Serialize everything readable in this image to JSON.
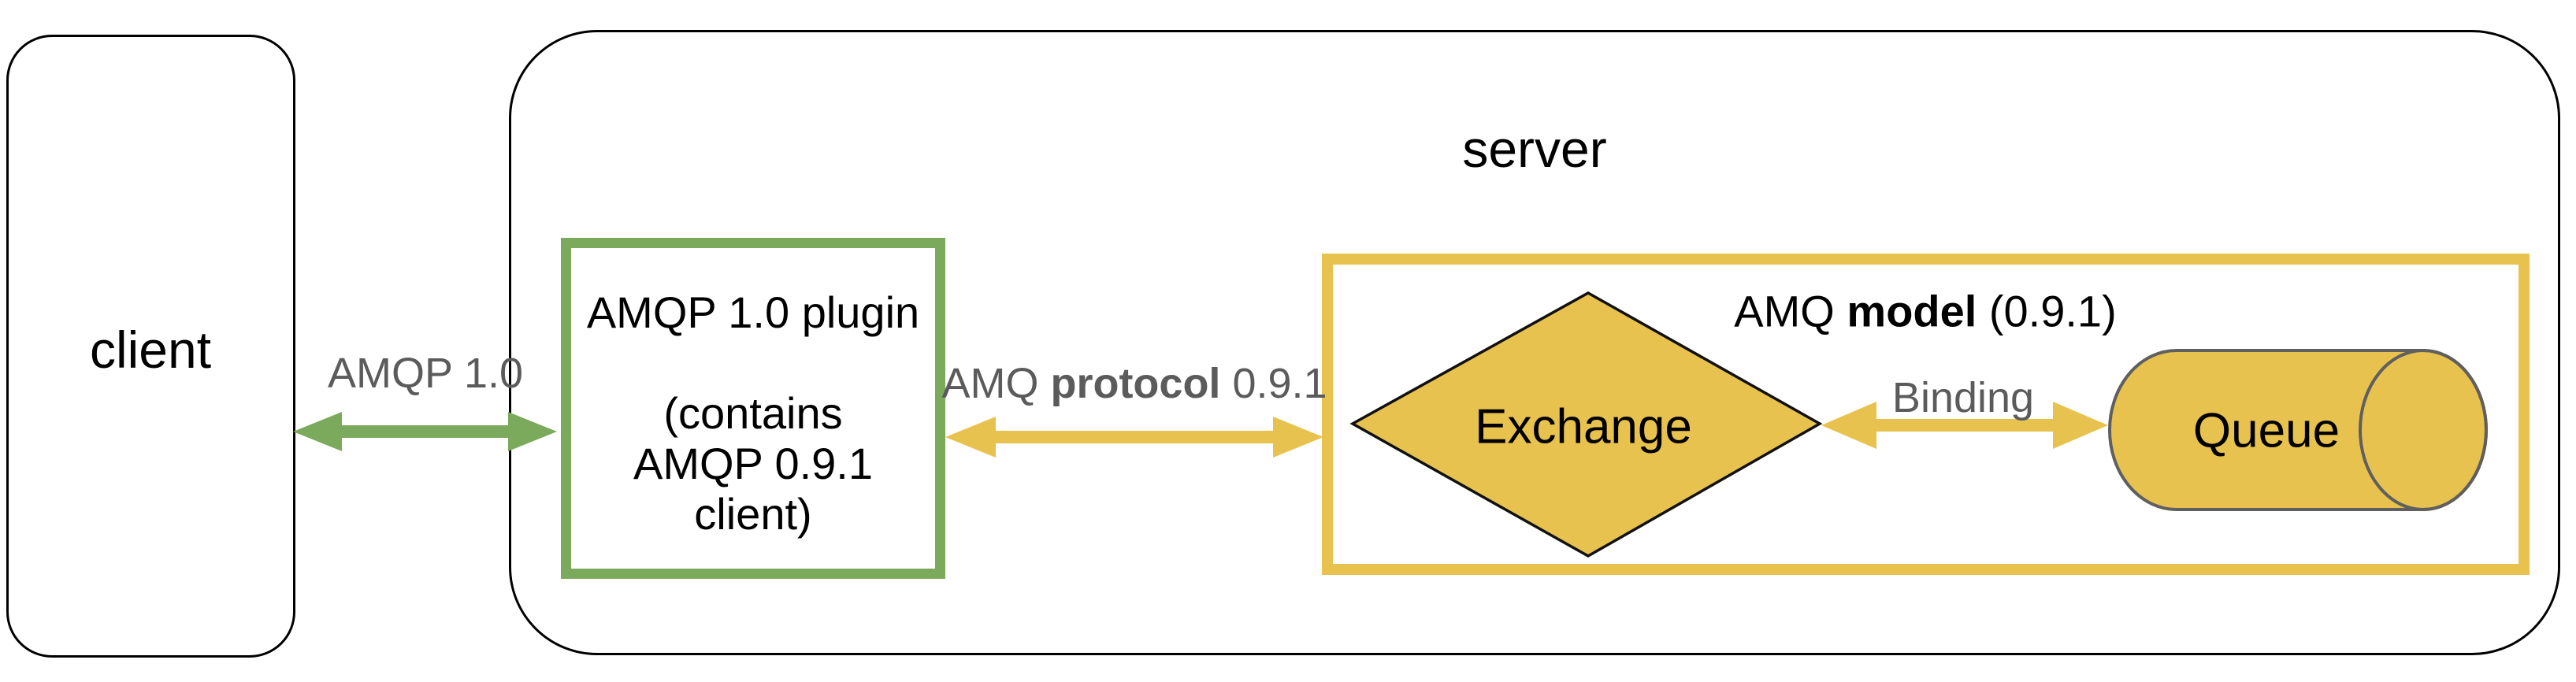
{
  "client_box": {
    "label": "client"
  },
  "server_box": {
    "label": "server"
  },
  "plugin_box": {
    "line1": "AMQP 1.0 plugin",
    "line2": "(contains",
    "line3": "AMQP 0.9.1",
    "line4": "client)"
  },
  "connections": {
    "amqp10": {
      "label": "AMQP 1.0"
    },
    "amq_protocol": {
      "pre": "AMQ ",
      "bold": "protocol",
      "post": " 0.9.1"
    },
    "binding": {
      "label": "Binding"
    }
  },
  "model_box": {
    "title_pre": "AMQ ",
    "title_bold": "model",
    "title_post": " (0.9.1)"
  },
  "exchange": {
    "label": "Exchange"
  },
  "queue": {
    "label": "Queue"
  },
  "colors": {
    "green": "#7CAA5C",
    "yellow": "#E8C24E",
    "gray_text": "#5B5B5B",
    "black_border": "#000000",
    "cylinder_border": "#5F5F5F"
  }
}
